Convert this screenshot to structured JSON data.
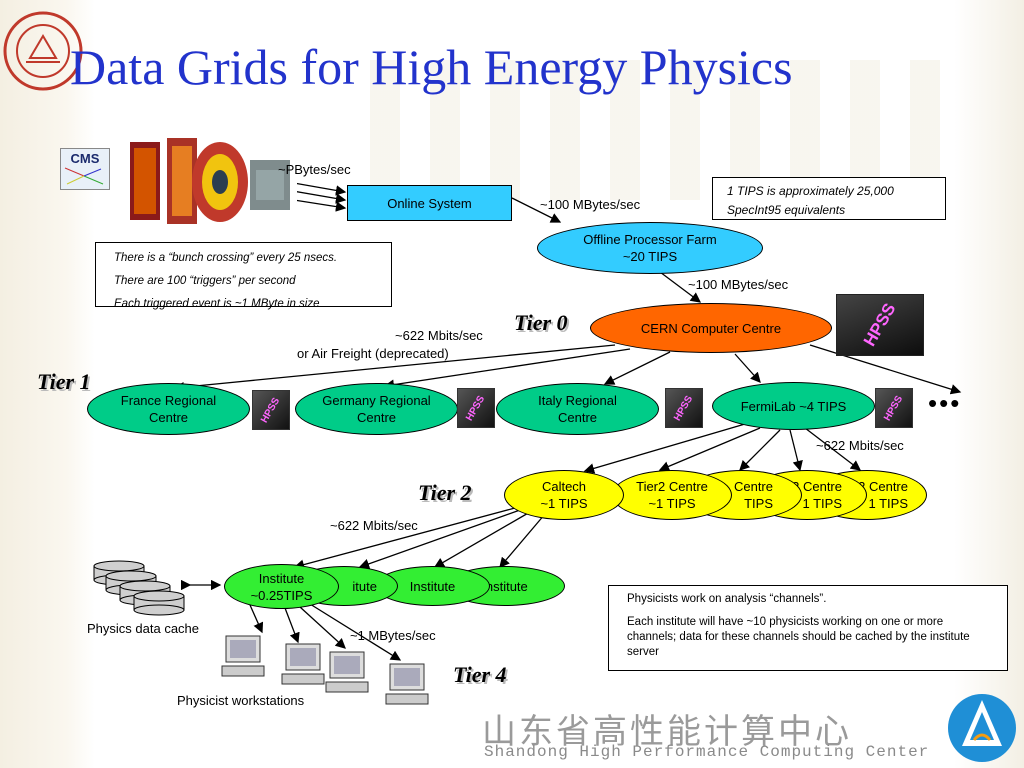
{
  "title": "Data Grids for High Energy Physics",
  "detector": {
    "label": "CMS",
    "rate": "~PBytes/sec"
  },
  "online_system": "Online System",
  "link_online_offline": "~100 MBytes/sec",
  "offline_farm": {
    "line1": "Offline Processor Farm",
    "line2": "~20 TIPS"
  },
  "link_offline_cern": "~100 MBytes/sec",
  "tips_note": {
    "line1": "1 TIPS is approximately 25,000",
    "line2": "SpecInt95 equivalents"
  },
  "bunch_note": {
    "line1": "There is a “bunch crossing” every 25 nsecs.",
    "line2": "There are 100 “triggers” per second",
    "line3": "Each triggered event is ~1 MByte in size"
  },
  "tier0": {
    "label": "Tier 0",
    "centre": "CERN Computer Centre",
    "hpss": "HPSS"
  },
  "link_tier0_tier1": {
    "line1": "~622 Mbits/sec",
    "line2": "or Air Freight (deprecated)"
  },
  "tier1": {
    "label": "Tier 1",
    "centres": [
      {
        "line1": "France Regional",
        "line2": "Centre"
      },
      {
        "line1": "Germany Regional",
        "line2": "Centre"
      },
      {
        "line1": "Italy Regional",
        "line2": "Centre"
      },
      {
        "line1": "FermiLab ~4 TIPS",
        "line2": ""
      }
    ],
    "hpss": "HPSS",
    "ellipsis": "•••"
  },
  "link_tier1_tier2": "~622 Mbits/sec",
  "tier2": {
    "label": "Tier 2",
    "centres": [
      {
        "line1": "Caltech",
        "line2": "~1 TIPS"
      },
      {
        "line1": "Tier2 Centre",
        "line2": "~1 TIPS"
      },
      {
        "line1": "Centre",
        "line2": "TIPS"
      },
      {
        "line1": "2 Centre",
        "line2": "1 TIPS"
      },
      {
        "line1": "2 Centre",
        "line2": "1 TIPS"
      }
    ]
  },
  "link_tier2_institutes": "~622 Mbits/sec",
  "institutes": [
    {
      "line1": "Institute",
      "line2": "~0.25TIPS"
    },
    {
      "line1": "itute",
      "line2": ""
    },
    {
      "line1": "Institute",
      "line2": ""
    },
    {
      "line1": "Institute",
      "line2": ""
    }
  ],
  "data_cache": "Physics data cache",
  "link_institute_workstations": "~1 MBytes/sec",
  "tier4": {
    "label": "Tier 4",
    "workstations_label": "Physicist workstations"
  },
  "physicists_note": {
    "line1": "Physicists work on analysis “channels”.",
    "line2": "Each institute will have ~10 physicists working on one or more channels; data for these channels should be cached by the institute server"
  },
  "footer": {
    "chinese": "山东省高性能计算中心",
    "english": "Shandong High Performance Computing Center"
  },
  "colors": {
    "title": "#2233cc",
    "cyan": "#33ccff",
    "orange": "#ff6600",
    "green": "#00cc88",
    "yellow": "#ffff00",
    "lime": "#33ee33"
  }
}
